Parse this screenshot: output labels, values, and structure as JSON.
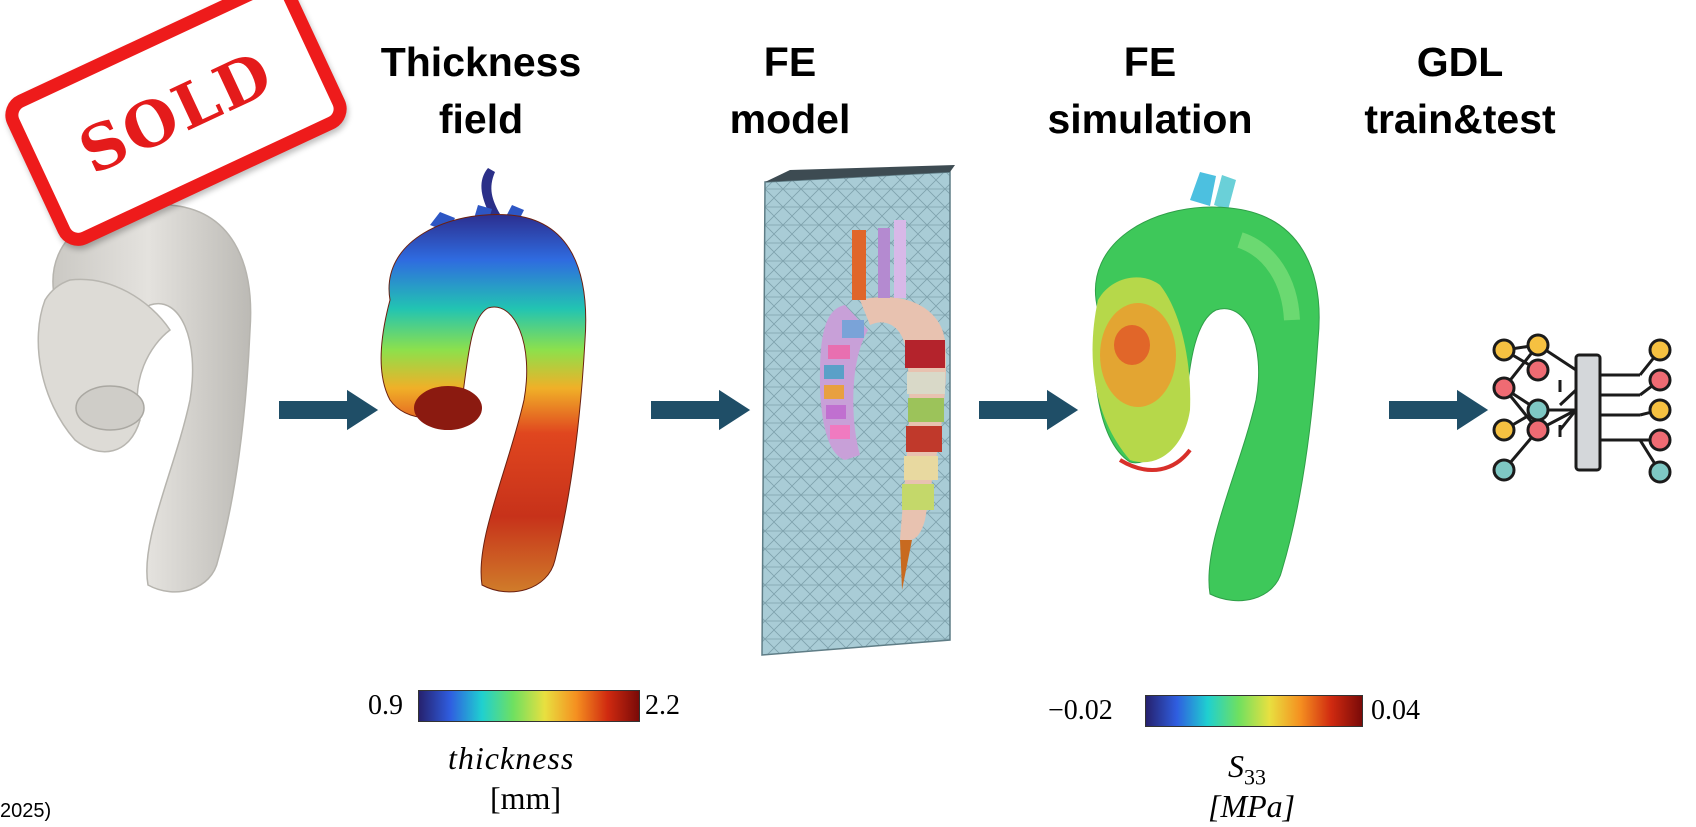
{
  "stamp": {
    "text": "SOLD"
  },
  "headings": {
    "thickness": [
      "Thickness",
      "field"
    ],
    "fe_model": [
      "FE",
      "model"
    ],
    "fe_simulation": [
      "FE",
      "simulation"
    ],
    "gdl": [
      "GDL",
      "train&test"
    ]
  },
  "thickness_colorbar": {
    "min": "0.9",
    "max": "2.2",
    "quantity": "thickness",
    "unit": "[mm]"
  },
  "stress_colorbar": {
    "min": "−0.02",
    "max": "0.04",
    "quantity": "S",
    "subscript": "33",
    "unit": "[MPa]"
  },
  "footer": {
    "fragment": "2025)"
  },
  "colors": {
    "arrow": "#1f4e67",
    "arrow_outline": "#ffffff",
    "stamp_red": "#ee1b1b",
    "vessel_gray": "#dcdad6",
    "mesh_blue": "#a9ccd6",
    "icon_yellow": "#f6c141",
    "icon_red": "#ef6b73",
    "icon_teal": "#7ec8c4",
    "icon_gray": "#d4d7da"
  },
  "icons": [
    "sold-stamp-icon",
    "aorta-model-icon",
    "neural-network-icon"
  ]
}
